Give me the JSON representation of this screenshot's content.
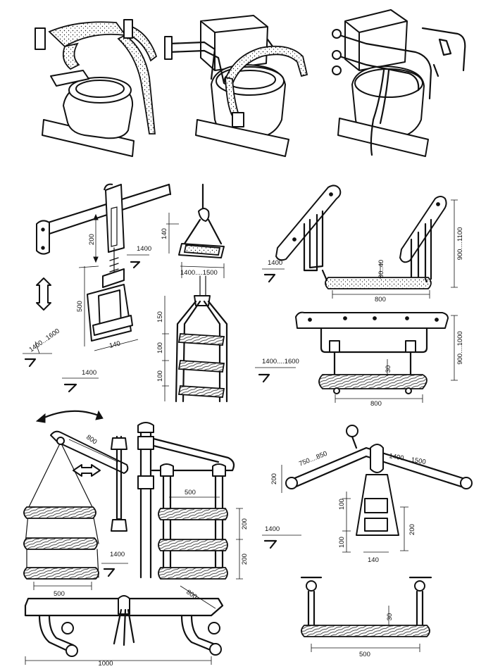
{
  "labels": {
    "d_200_a": "200",
    "d_500_a": "500",
    "d_1400_1600_a": "1400...1600",
    "d_140_a": "140",
    "d_1400_a": "1400",
    "d_1400_b": "1400",
    "d_140_b": "140",
    "d_1400_1500_a": "1400....1500",
    "d_150": "150",
    "d_100_a": "100",
    "d_100_b": "100",
    "d_1400_c": "1400",
    "d_30_40": "30..40",
    "d_800_a": "800",
    "d_900_1100": "900....1100",
    "d_1400_1600_b": "1400....1600",
    "d_30_a": "30",
    "d_800_b": "800",
    "d_900_1000": "900....1000",
    "d_800_c": "800",
    "d_500_b": "500",
    "d_500_c": "500",
    "d_200_b": "200",
    "d_200_c": "200",
    "d_1400_d": "1400",
    "d_800_d": "800",
    "d_1000": "1000",
    "d_750_850": "750....850",
    "d_1400_1500_b": "1400....1500",
    "d_200_d": "200",
    "d_100_c": "100",
    "d_100_d": "100",
    "d_200_e": "200",
    "d_140_c": "140",
    "d_1400_e": "1400",
    "d_30_b": "30",
    "d_500_d": "500"
  }
}
